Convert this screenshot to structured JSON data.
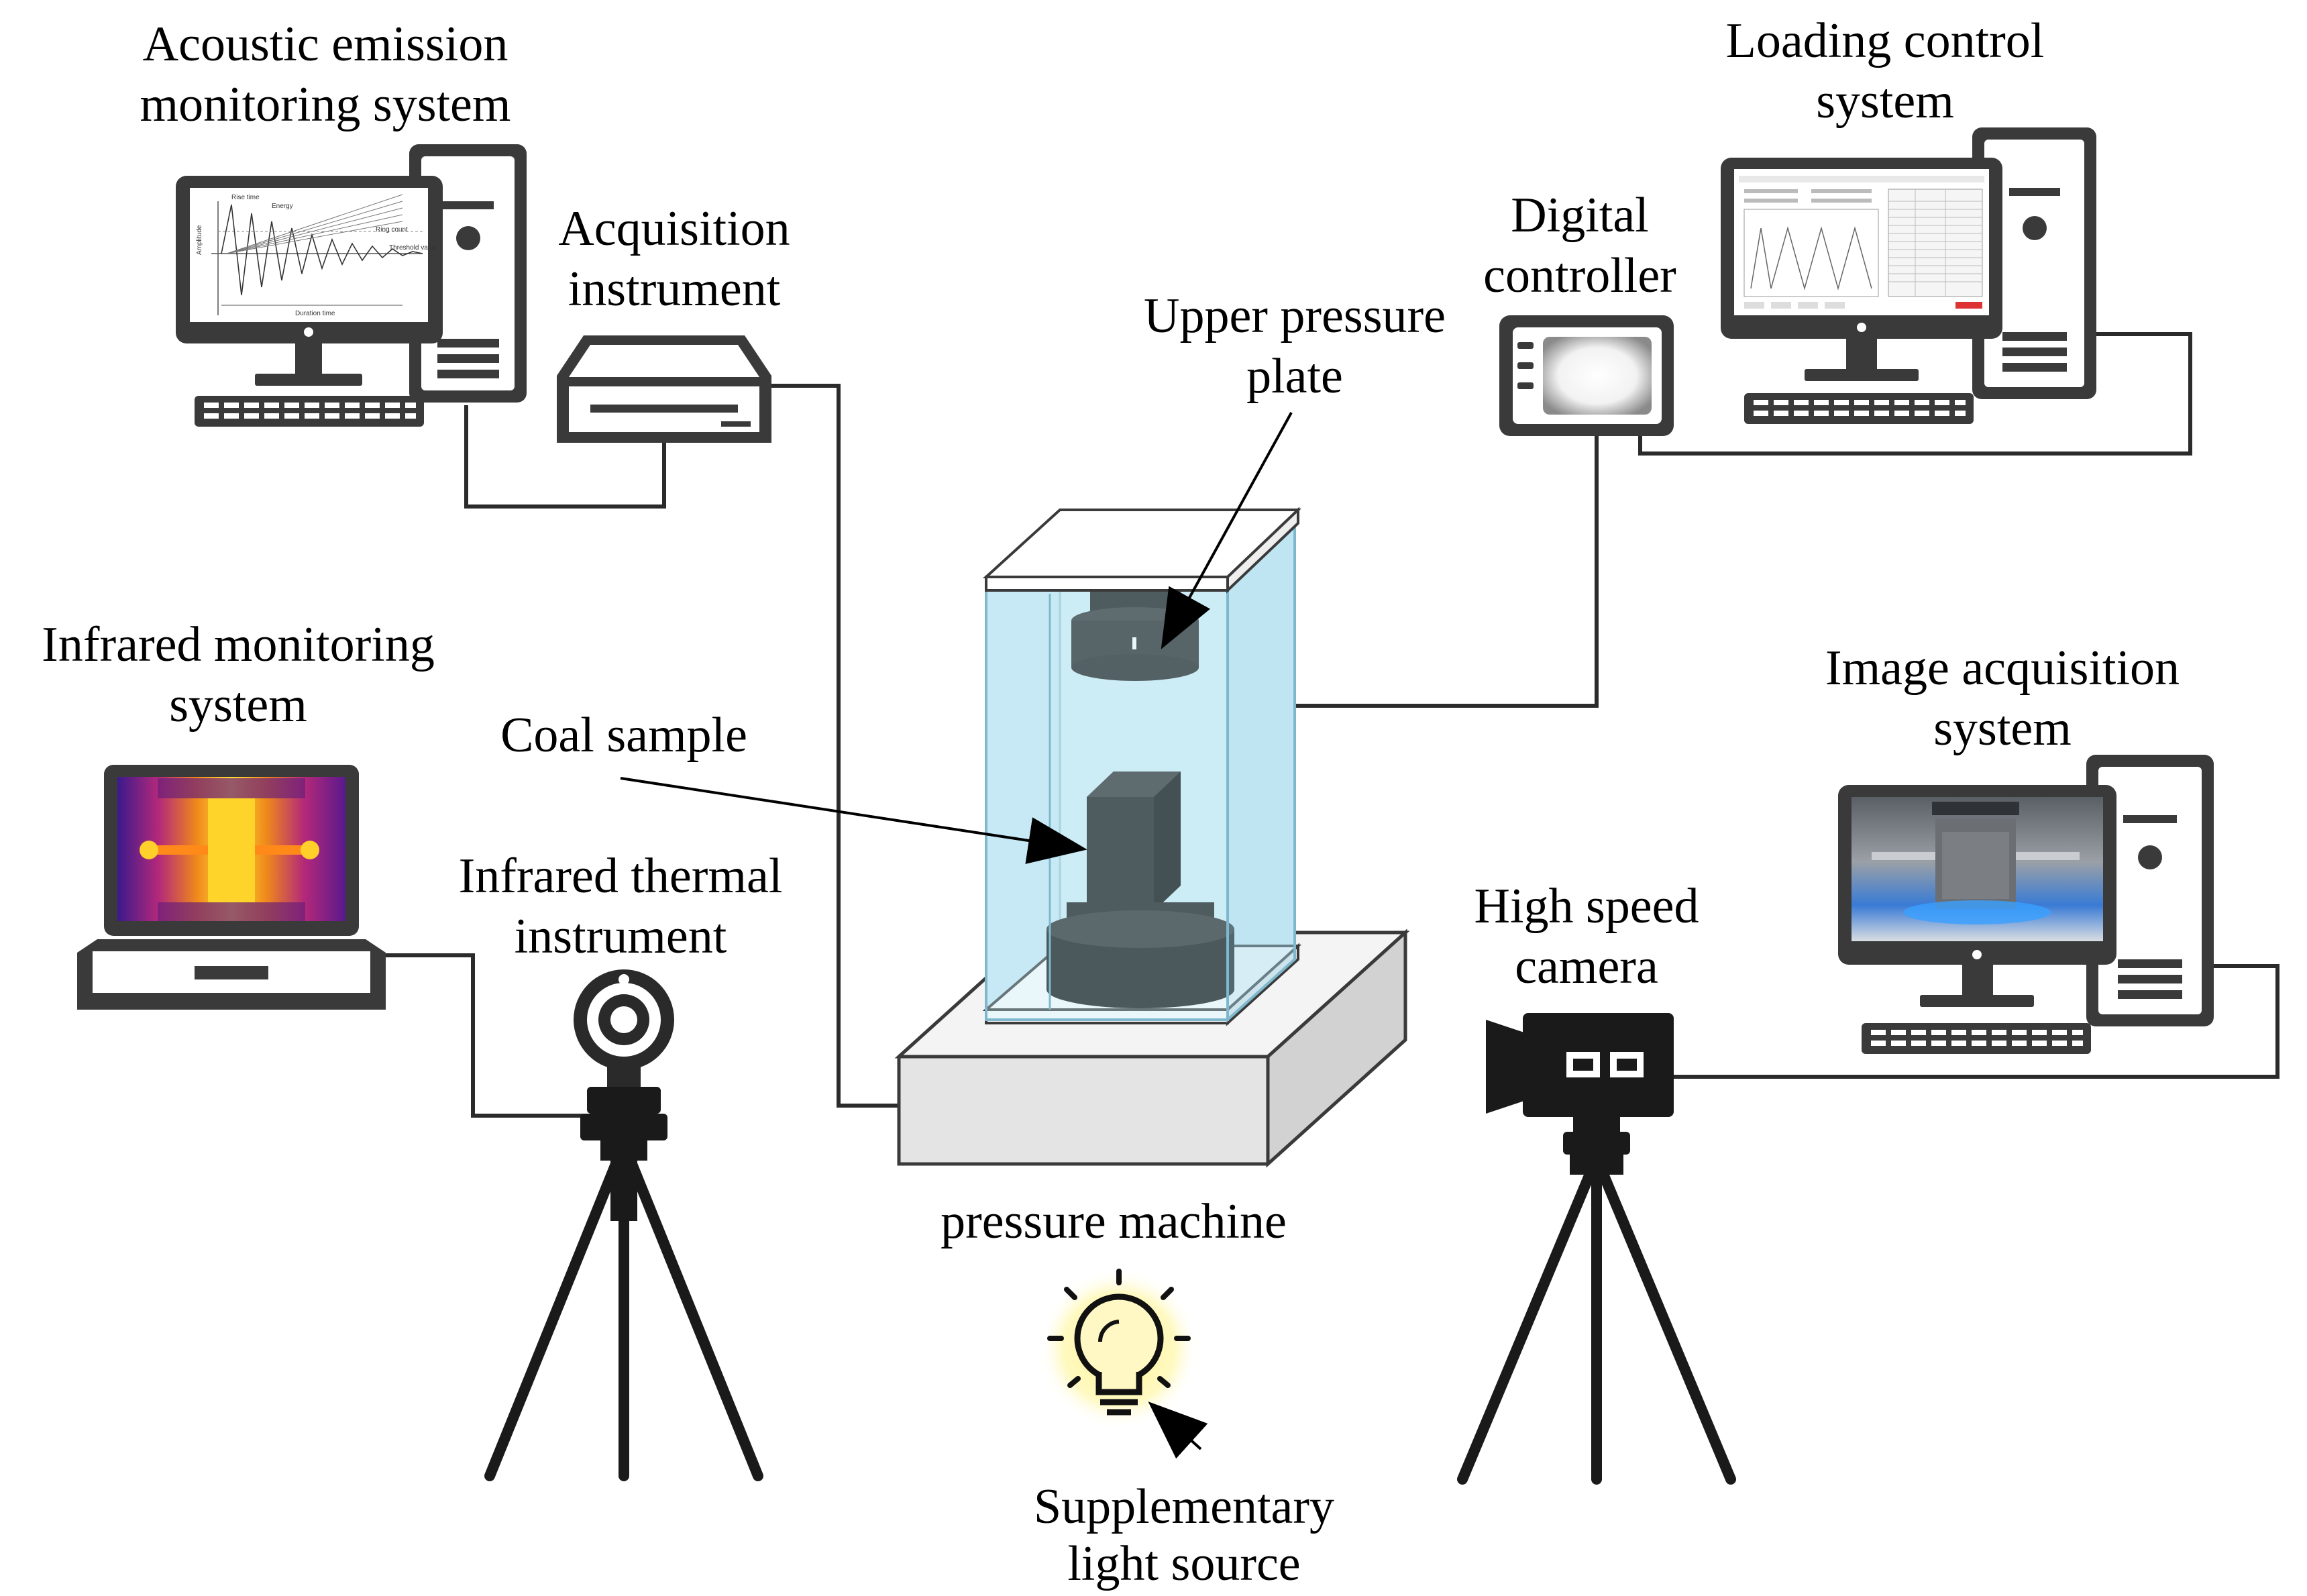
{
  "labels": {
    "acoustic_emission": [
      "Acoustic emission",
      "monitoring system"
    ],
    "acquisition_instrument": [
      "Acquisition",
      "instrument"
    ],
    "loading_control": [
      "Loading control",
      "system"
    ],
    "digital_controller": [
      "Digital",
      "controller"
    ],
    "upper_pressure_plate": [
      "Upper pressure",
      "plate"
    ],
    "infrared_monitoring": [
      "Infrared monitoring",
      "system"
    ],
    "coal_sample": [
      "Coal sample"
    ],
    "infrared_thermal": [
      "Infrared thermal",
      "instrument"
    ],
    "image_acquisition": [
      "Image acquisition",
      "system"
    ],
    "high_speed_camera": [
      "High speed",
      "camera"
    ],
    "pressure_machine": [
      "pressure machine"
    ],
    "supplementary_light": [
      "Supplementary",
      "light source"
    ]
  },
  "ae_screen": {
    "rise_time": "Rise time",
    "energy": "Energy",
    "ring_count": "Ring count",
    "threshold": "Threshold value",
    "duration": "Duration time",
    "amplitude": "Amplitude"
  },
  "colors": {
    "device": "#3a3a3a",
    "glass": "#bfe6f2",
    "machine_base": "#e4e4e4",
    "light_glow": "#fff27a"
  }
}
